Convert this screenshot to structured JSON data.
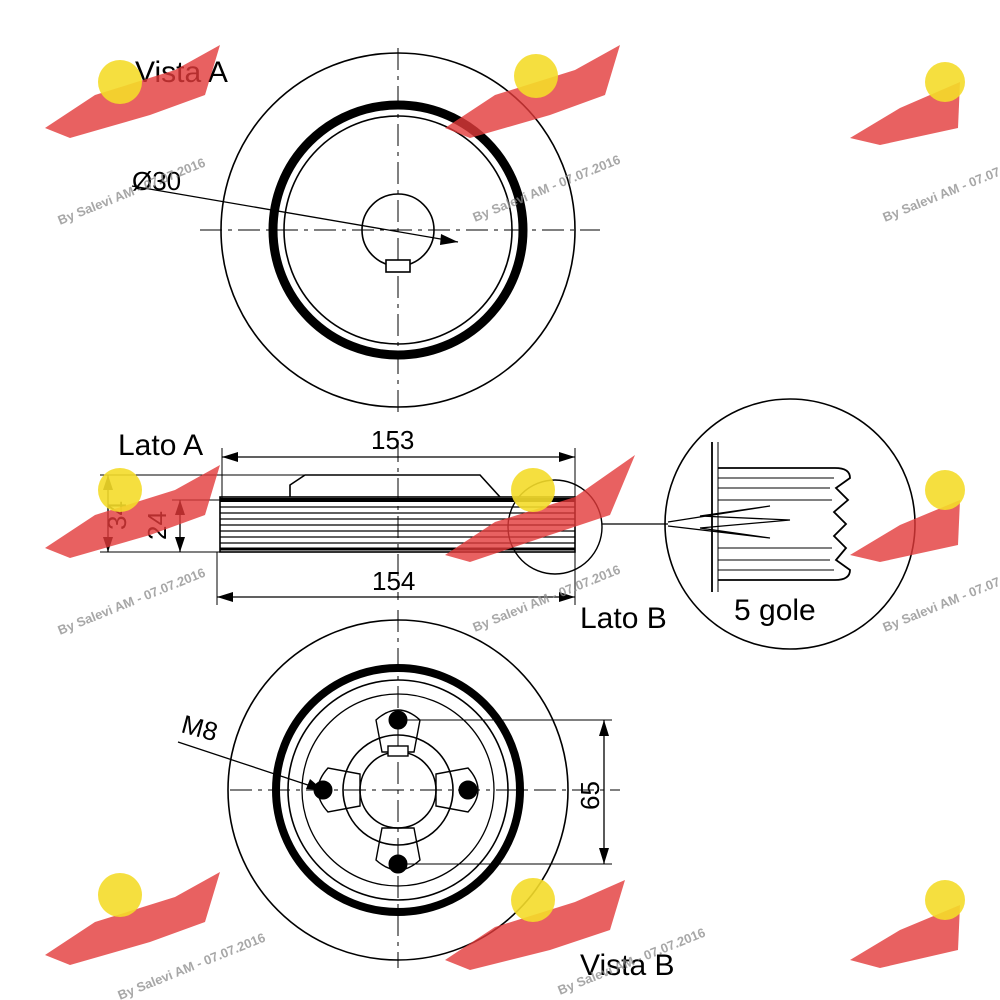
{
  "views": {
    "vista_a": "Vista A",
    "vista_b": "Vista B",
    "lato_a": "Lato A",
    "lato_b": "Lato B"
  },
  "dimensions": {
    "bore_diameter": "Ø30",
    "width_outer": "153",
    "width_inner": "154",
    "height_total": "34",
    "height_groove": "24",
    "bolt": "M8",
    "bolt_spacing": "65"
  },
  "detail": {
    "grooves": "5 gole"
  },
  "watermark": {
    "text": "By Salevi AM - 07.07.2016",
    "colors": {
      "wing": "#e23a3a",
      "badge": "#f4dc2a"
    }
  }
}
